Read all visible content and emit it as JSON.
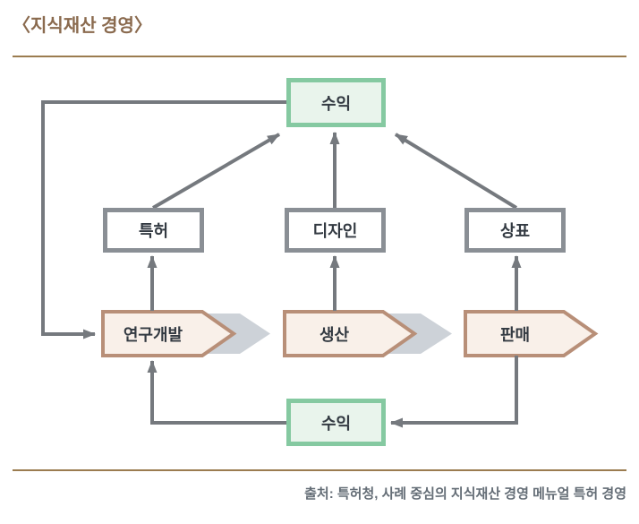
{
  "title": "〈지식재산 경영〉",
  "diagram": {
    "revenue_top": "수익",
    "ip_boxes": [
      {
        "label": "특허"
      },
      {
        "label": "디자인"
      },
      {
        "label": "상표"
      }
    ],
    "process_arrows": [
      {
        "label": "연구개발"
      },
      {
        "label": "생산"
      },
      {
        "label": "판매"
      }
    ],
    "revenue_bottom": "수익"
  },
  "source": "출처: 특허청, 사례 중심의 지식재산 경영 메뉴얼 특허 경영",
  "colors": {
    "title_brown": "#8a6a4e",
    "rule_brown": "#9b7c50",
    "green_border": "#85c9a1",
    "green_fill": "#e9f4ec",
    "gray_box_border": "#8a8f95",
    "process_border": "#b88f78",
    "process_fill": "#f9f0e9",
    "chevron_gray": "#cdd2d8",
    "connector_gray": "#75797e",
    "box_text": "#333a42",
    "source_gray": "#646d76"
  }
}
